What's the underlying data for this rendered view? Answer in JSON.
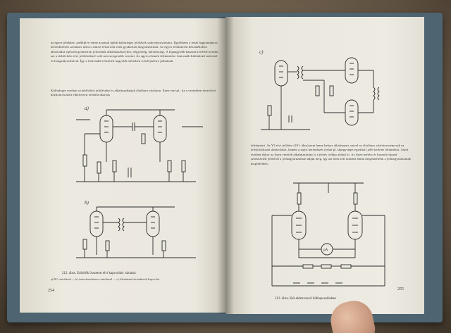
{
  "left_page": {
    "paragraph_1": "az egyes jelekhez, anélkülve vinne azonnal újabb különleges jelölések szabványos­ítására. Egyébként a tehát hagyományos berendezések szokásos nem is ismeri felsorolni ezek gyakorlati megvalósítását. Az egyes feltüntetett készülékeken ábrázolása egészen geometriai jelformák alkalmazását (kör, négyzetég, háromszög). A legnagyobb hasznát kevésbé kerülni azt a tárbővítést elvi jelölésekkel való nevezve­gesebb vezetni. Az egyes elemek feltüntetése fontosabb különböző mérettel és hangsúlyozásával. Így a fontosabb részletek nagyobb méretben is kifejezésre jut­hatnak.",
    "paragraph_2": "Különleges esetben a tárbővítési jelöléseket is alkalmazhatjuk általános vázlaton. Ilyen eset pl., ha a vezetéken részét két központi között elhelyezett erősítőt akarjuk",
    "fig_label_a": "a)",
    "fig_label_b": "b)",
    "caption_title": "212. ábra. Erősítők összetett elvi kapcsolási vázlatai:",
    "caption_sub": "a) RC csatolással — b) transzformátoros csatolással — c) ellenütemű elrendezésű kapcsolás",
    "page_number": "254"
  },
  "right_page": {
    "fig_label_c": "c)",
    "paragraph_1": "feltüntetni. Az Y3 elvi jelölése (181. ábra) nem lenne helyes alkalmazni, mivel az általános vázlaton nemcsak az erősítőfokozat ábrázolását, hanem a zajos berendezés (tehát pl. tápegységet egyúttal) jelét kellene feltüntetni. Adott esetben ekkor az ilyen vezeték alkalmazására is a jelzés cellája alakul ki. Az ilyen mérési és hasonló típusú szerkezetek jelölését a jelmagyarázatban adjuk meg, így azt nem kell minden ábrán megismételni a jelmagyarázatnak megfelelően.",
    "caption": "213. ábra. Két elektroncső hídkapcsolásban",
    "meter_label": "μA",
    "page_number": "255"
  }
}
